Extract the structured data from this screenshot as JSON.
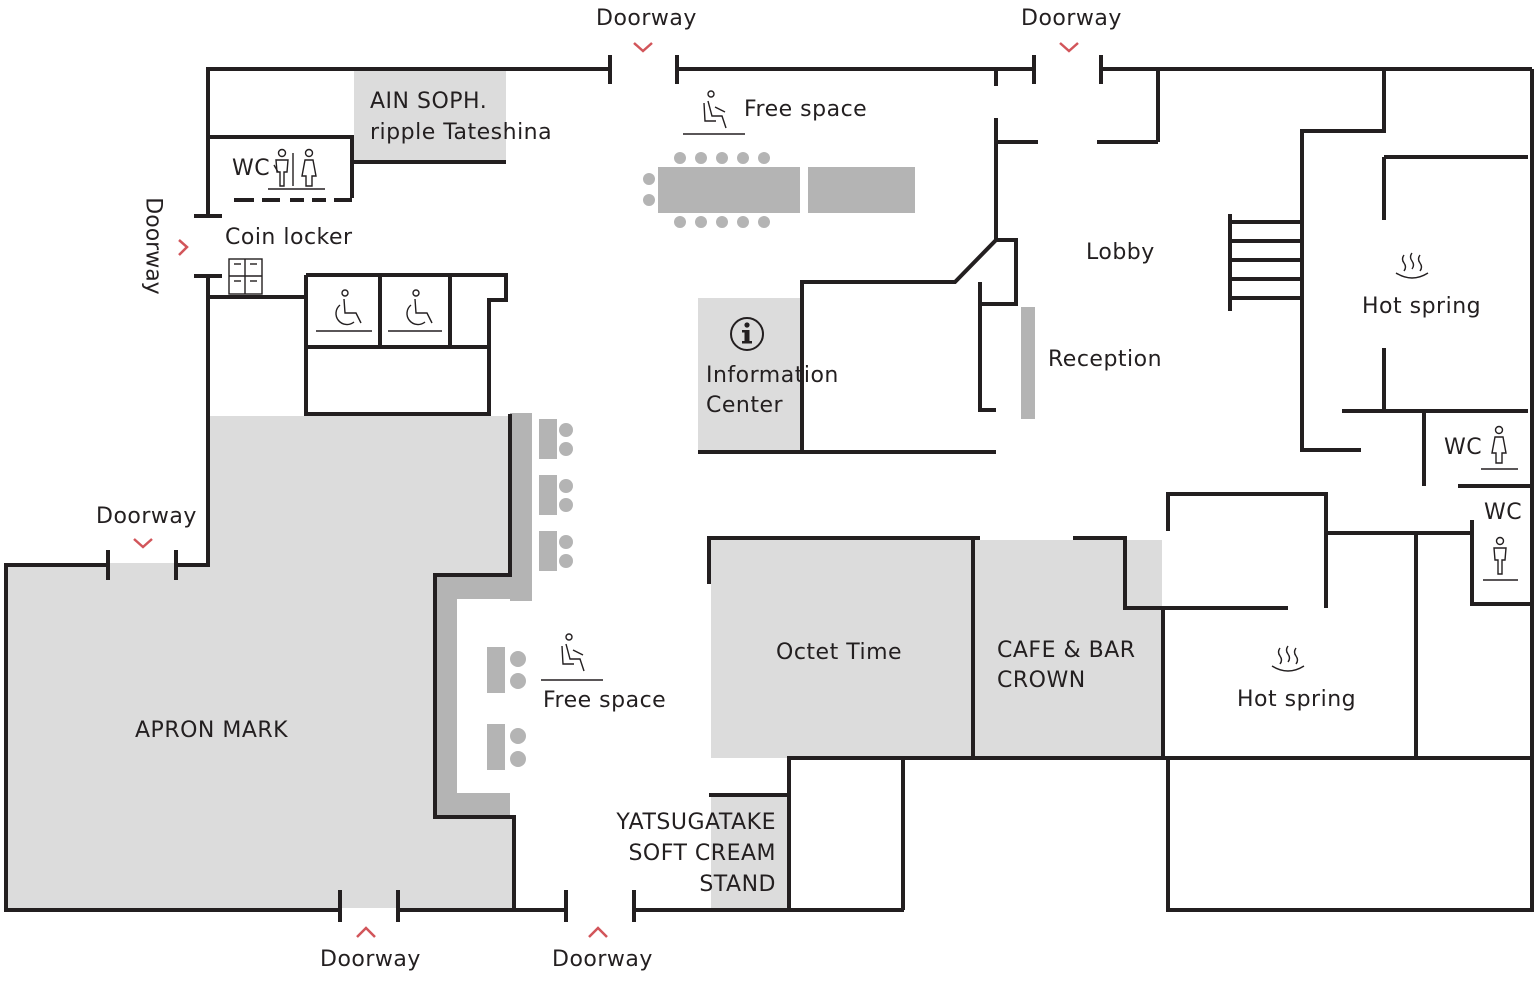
{
  "floor_plan": {
    "doorways": {
      "top_left": "Doorway",
      "top_right": "Doorway",
      "left_side": "Doorway",
      "left_upper": "Doorway",
      "bottom_left": "Doorway",
      "bottom_center": "Doorway"
    },
    "areas": {
      "ain_soph_line1": "AIN SOPH.",
      "ain_soph_line2": "ripple Tateshina",
      "wc_upper_left": "WC",
      "coin_locker": "Coin locker",
      "free_space_top": "Free space",
      "lobby": "Lobby",
      "information_line1": "Information",
      "information_line2": "Center",
      "reception": "Reception",
      "hot_spring_upper": "Hot spring",
      "wc_right_upper": "WC",
      "wc_right_lower": "WC",
      "apron_mark": "APRON MARK",
      "free_space_bottom": "Free space",
      "octet_time": "Octet Time",
      "cafe_line1": "CAFE & BAR",
      "cafe_line2": "CROWN",
      "hot_spring_lower": "Hot spring",
      "yatsugatake_line1": "YATSUGATAKE",
      "yatsugatake_line2": "SOFT CREAM",
      "yatsugatake_line3": "STAND"
    },
    "icons": [
      "restroom-icon",
      "coin-locker-icon",
      "accessible-restroom-icon",
      "free-space-icon",
      "information-icon",
      "hot-spring-icon",
      "doorway-arrow-icon"
    ],
    "colors": {
      "wall": "#231f20",
      "room_fill": "#dcdcdc",
      "furniture": "#b4b4b4",
      "doorway_arrow": "#d2555a"
    }
  }
}
